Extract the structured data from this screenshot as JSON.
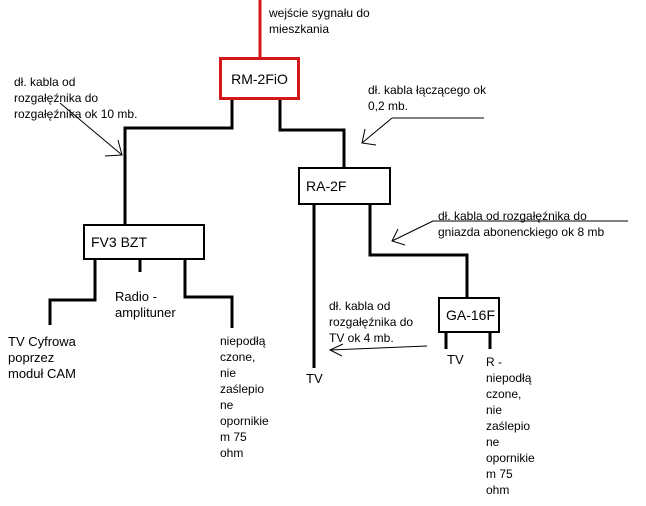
{
  "boxes": {
    "rm2fio": "RM-2FiO",
    "ra2f": "RA-2F",
    "fv3bzt": "FV3 BZT",
    "ga16f": "GA-16F"
  },
  "notes": {
    "signal_in": "wejście sygnału do\nmieszkania",
    "cable_between_splitters": "dł. kabla od\nrozgałęźnika do\nrozgałęźnika ok 10 mb.",
    "cable_connecting": "dł. kabla łączącego ok\n0,2 mb.",
    "cable_to_socket": "dł. kabla od rozgałęźnika do\ngniazda abonenckiego ok 8 mb",
    "cable_to_tv": "dł. kabla od\nrozgałęźnika do\nTV ok 4 mb."
  },
  "outputs": {
    "tv_cyfrowa": "TV Cyfrowa\npoprzez\nmoduł CAM",
    "radio": "Radio -\namplituner",
    "unterminated_left": "niepodłą\nczone,\nnie\nzaślepio\nne\nopornikie\nm 75\nohm",
    "tv_ra": "TV",
    "tv_ga": "TV",
    "r_unterminated": "R -\nniepodłą\nczone,\nnie\nzaślepio\nne\nopornikie\nm 75\nohm"
  },
  "colors": {
    "wire": "#000000",
    "accent": "#d3171b"
  }
}
